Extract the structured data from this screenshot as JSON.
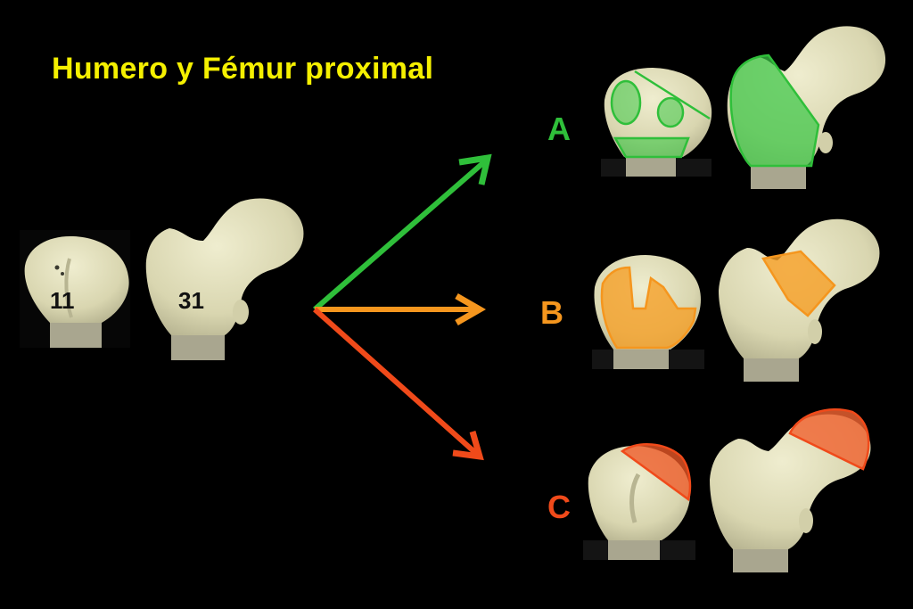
{
  "title": "Humero y Fémur proximal",
  "codes": {
    "humerus": "11",
    "femur": "31"
  },
  "categories": [
    {
      "letter": "A",
      "color": "#2fbf3a"
    },
    {
      "letter": "B",
      "color": "#f5961e"
    },
    {
      "letter": "C",
      "color": "#f04a1a"
    }
  ],
  "colors": {
    "bone": "#dedbb6",
    "shaft": "#a9a68f",
    "background": "#000000",
    "title": "#f5f000"
  }
}
